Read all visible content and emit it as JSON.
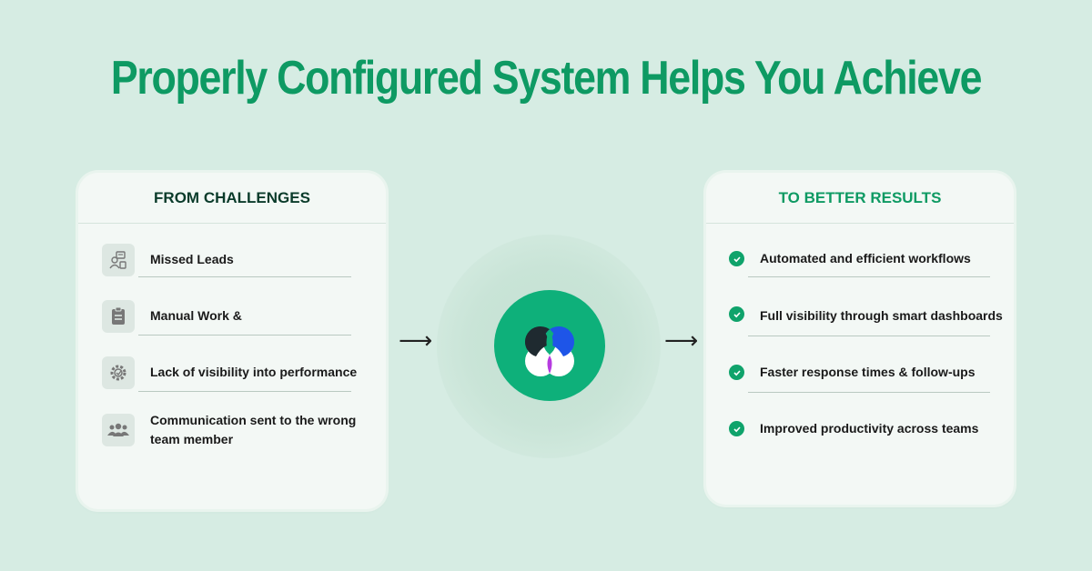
{
  "title": "Properly Configured System Helps You Achieve",
  "left_card": {
    "header": "FROM CHALLENGES",
    "items": [
      {
        "label": "Missed Leads",
        "icon": "lead-profile-icon"
      },
      {
        "label": "Manual Work &",
        "icon": "clipboard-icon"
      },
      {
        "label": "Lack of visibility into performance",
        "icon": "gear-performance-icon"
      },
      {
        "label": "Communication sent to the wrong team member",
        "icon": "team-icon"
      }
    ]
  },
  "right_card": {
    "header": "TO BETTER RESULTS",
    "items": [
      {
        "label": "Automated and efficient workflows"
      },
      {
        "label": "Full visibility through smart dashboards"
      },
      {
        "label": "Faster response times & follow-ups"
      },
      {
        "label": "Improved productivity across teams"
      }
    ]
  },
  "arrows": {
    "left": "⟶",
    "right": "⟶"
  },
  "colors": {
    "background": "#d6ece3",
    "accent_green": "#0e9a63",
    "logo_green": "#0eb07a",
    "logo_dark": "#1f2a30",
    "logo_blue": "#1e55e8",
    "logo_purple": "#b63be0"
  }
}
